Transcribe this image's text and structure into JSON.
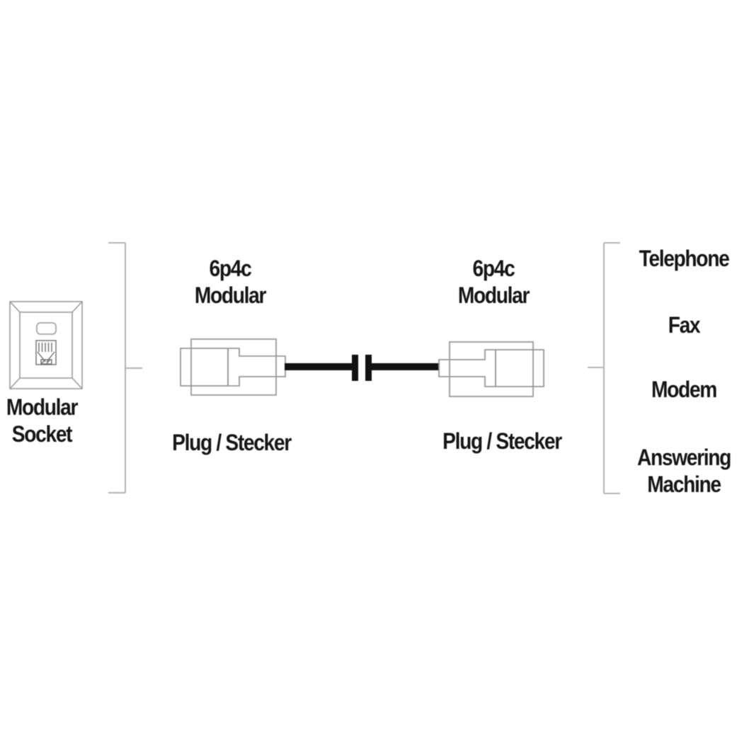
{
  "diagram": {
    "socket": {
      "label": "Modular\nSocket"
    },
    "left_plug": {
      "type": "6p4c\nModular",
      "label": "Plug / Stecker"
    },
    "right_plug": {
      "type": "6p4c\nModular",
      "label": "Plug / Stecker"
    },
    "devices": [
      "Telephone",
      "Fax",
      "Modem",
      "Answering\nMachine"
    ],
    "colors": {
      "background": "#ffffff",
      "text": "#161616",
      "plug_outline": "#999999",
      "socket_outline": "#9b9b9b",
      "jack_detail": "#6e6e6e",
      "bracket": "#b3b3b3",
      "cable": "#111111"
    }
  }
}
